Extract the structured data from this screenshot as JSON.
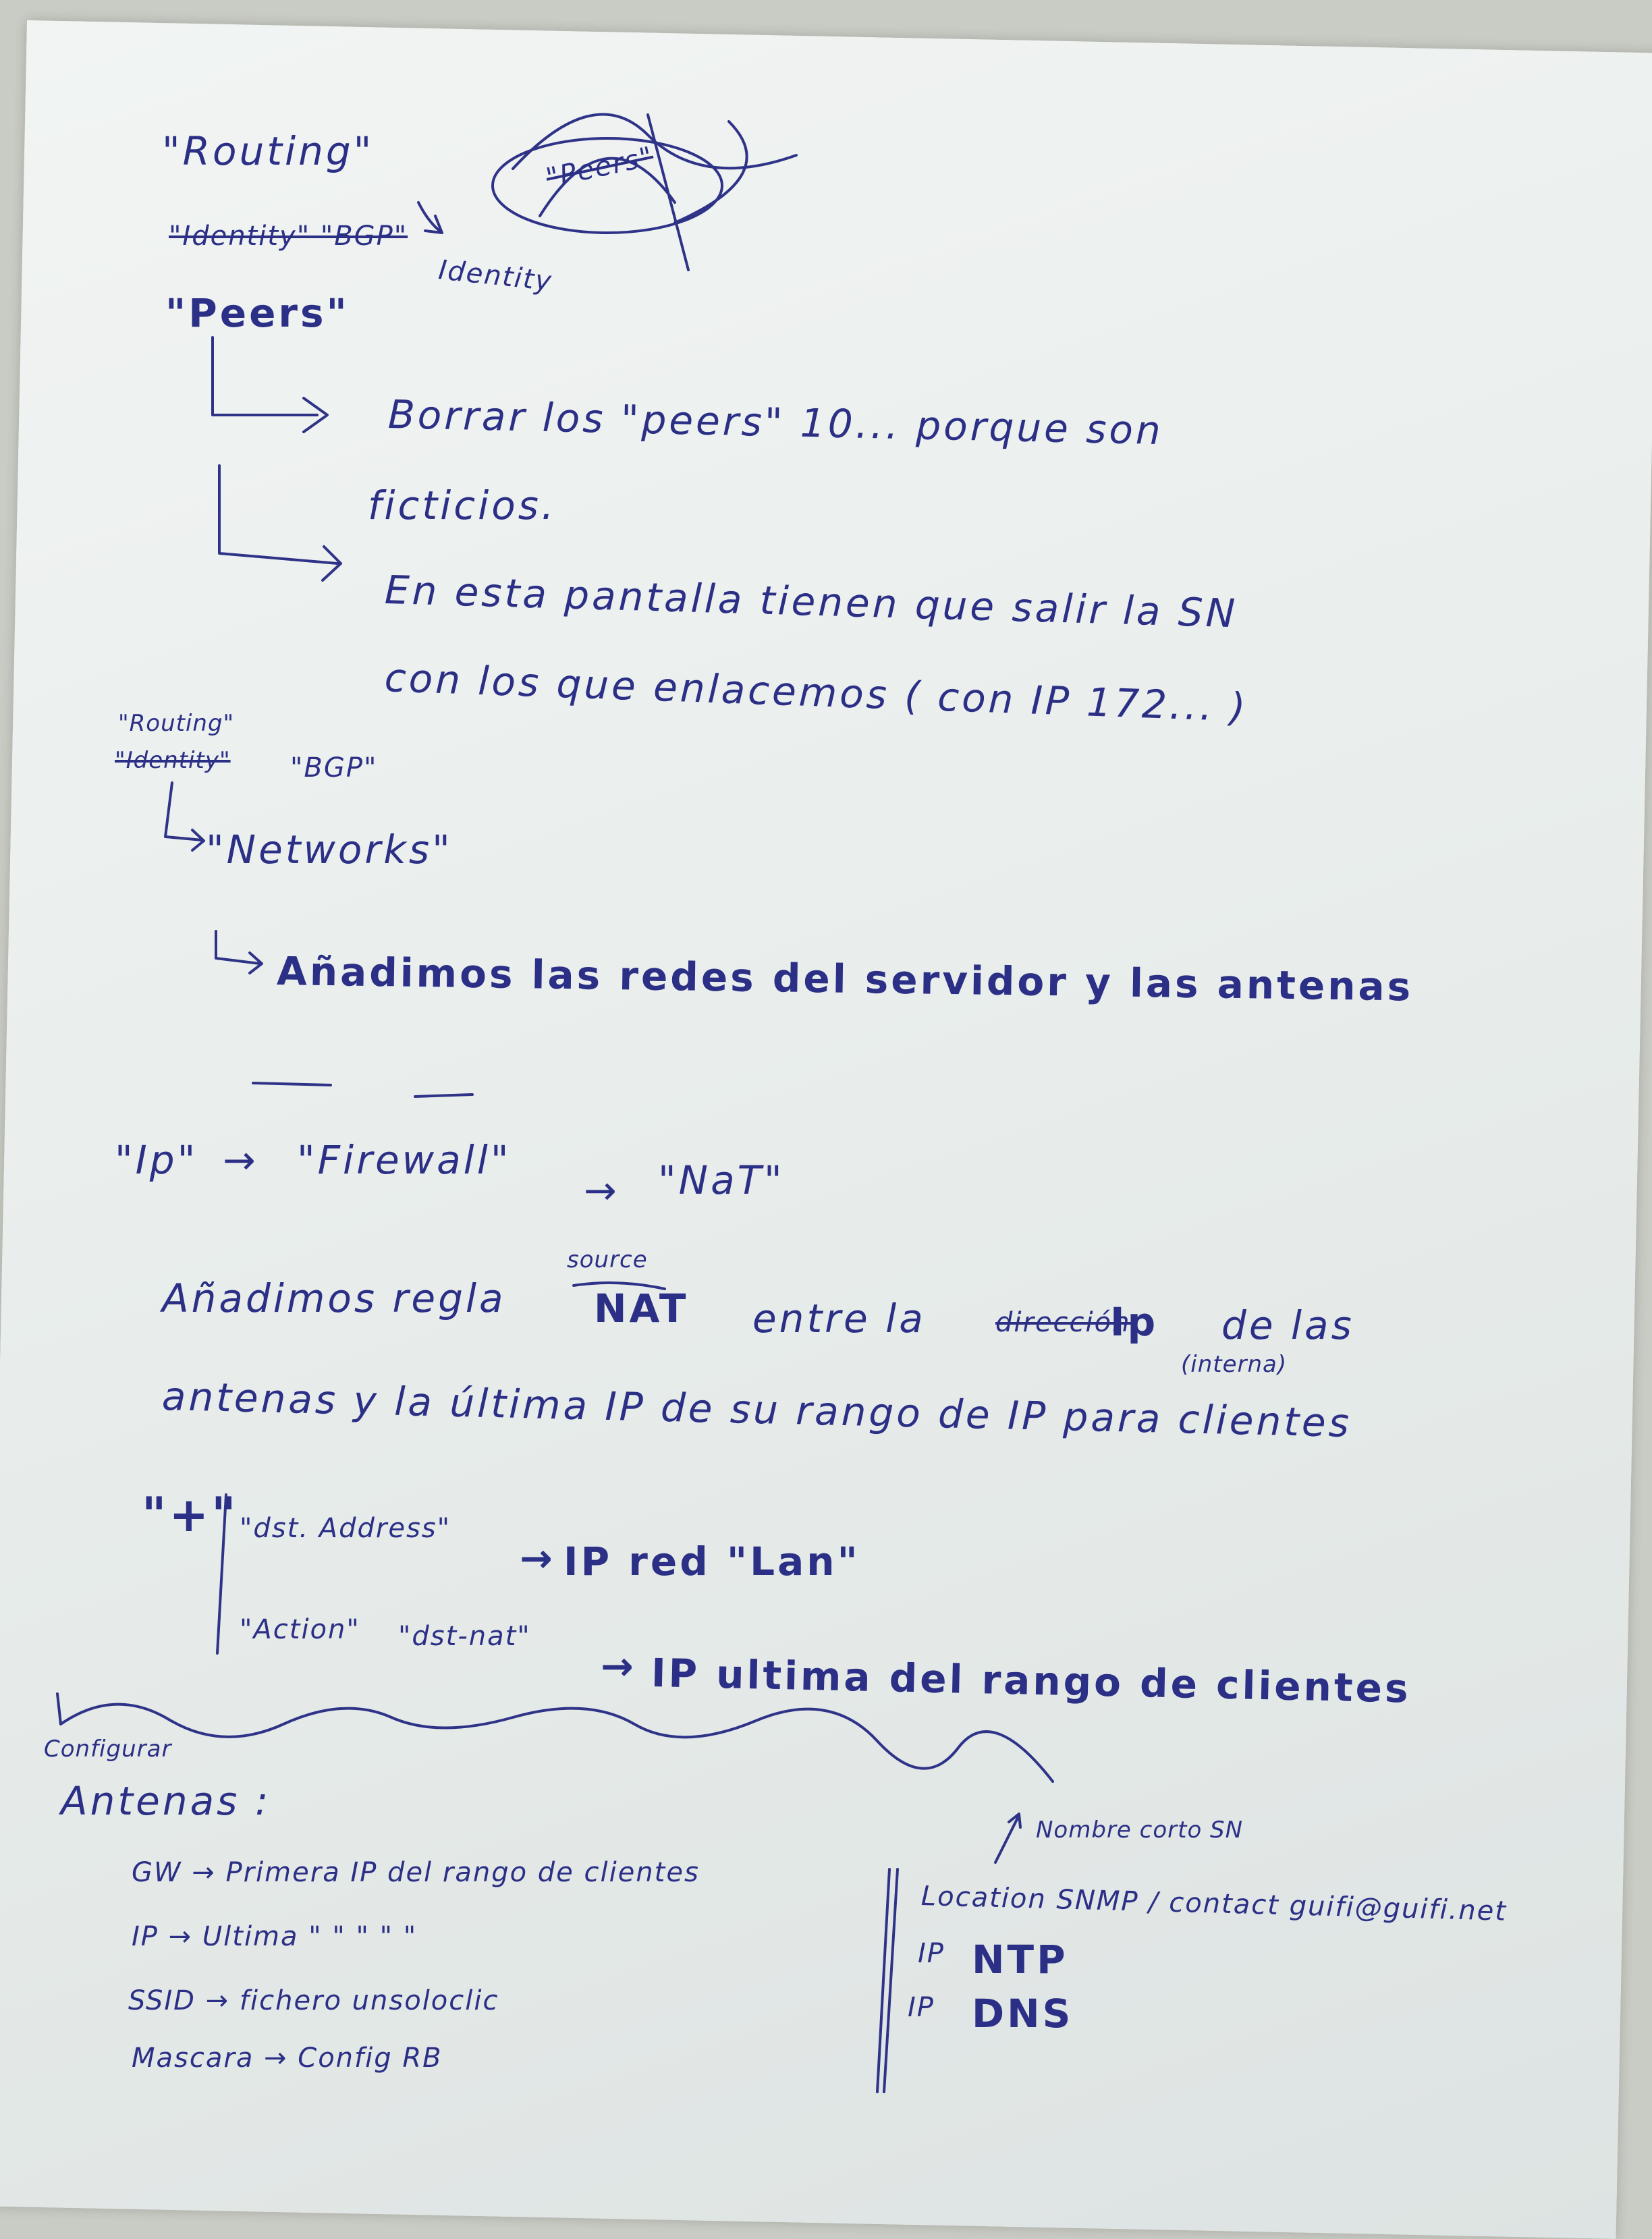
{
  "section_bgp_identity": {
    "routing": "\"Routing\"",
    "bgp_crossed": "\"Identity\" \"BGP\"",
    "identity": "Identity",
    "peers_scribbled": "\"Peers\"",
    "peers": "\"Peers\"",
    "bullet1_line1": "Borrar los \"peers\" 10... porque son",
    "bullet1_line2": "ficticios.",
    "bullet2_line1": "En esta pantalla tienen que salir la SN",
    "bullet2_line2": "con los que enlacemos ( con IP 172... )"
  },
  "section_bgp_networks": {
    "routing": "\"Routing\"",
    "identity_crossed": "\"Identity\"",
    "bgp": "\"BGP\"",
    "networks": "\"Networks\"",
    "note": "Añadimos las redes del servidor y las antenas"
  },
  "section_nat": {
    "path_ip": "\"Ip\"",
    "path_firewall": "\"Firewall\"",
    "path_nat": "\"NaT\"",
    "line1_a": "Añadimos regla",
    "source": "source",
    "line1_nat": "NAT",
    "line1_b": "entre la",
    "crossed": "dirección",
    "line1_ip": "Ip",
    "line1_c": "de las",
    "interna": "(interna)",
    "line2": "antenas y la última IP de su rango de IP para clientes",
    "plus_mark": "\"+\"",
    "dst_label": "\"dst. Address\"",
    "dst_value": "IP red \"Lan\"",
    "action_label": "\"Action\"",
    "action_value": "\"dst-nat\"",
    "action_result": "IP ultima del rango de clientes"
  },
  "section_antenas": {
    "configurar": "Configurar",
    "title": "Antenas :",
    "gw": "GW → Primera IP del rango de clientes",
    "ip": "IP → Ultima  \"   \"    \"   \"    \"",
    "ssid": "SSID → fichero unsoloclic",
    "mascara": "Mascara → Config RB",
    "nombre": "Nombre corto SN",
    "location": "Location SNMP / contact guifi@guifi.net",
    "ntp_label": "IP",
    "ntp": "NTP",
    "dns_label": "IP",
    "dns": "DNS"
  }
}
